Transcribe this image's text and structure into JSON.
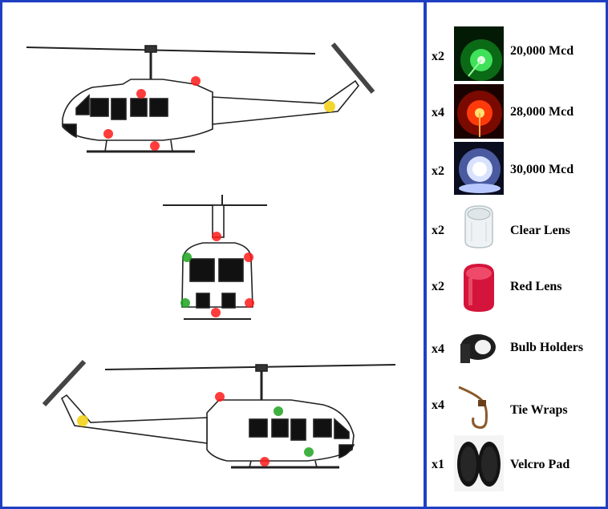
{
  "items": [
    {
      "qty": "x2",
      "label": "20,000 Mcd",
      "icon": "green-led-icon",
      "color": "#19d13a"
    },
    {
      "qty": "x4",
      "label": "28,000 Mcd",
      "icon": "red-led-icon",
      "color": "#ff2a10"
    },
    {
      "qty": "x2",
      "label": "30,000 Mcd",
      "icon": "white-led-icon",
      "color": "#ffffff"
    },
    {
      "qty": "x2",
      "label": "Clear Lens",
      "icon": "clear-lens-icon",
      "color": "#e6ecef"
    },
    {
      "qty": "x2",
      "label": "Red Lens",
      "icon": "red-lens-icon",
      "color": "#d4143a"
    },
    {
      "qty": "x4",
      "label": "Bulb Holders",
      "icon": "bulb-holder-icon",
      "color": "#222222"
    },
    {
      "qty": "x4",
      "label": "Tie Wraps",
      "icon": "tie-wrap-icon",
      "color": "#8a5a2a"
    },
    {
      "qty": "x1",
      "label": "Velcro Pad",
      "icon": "velcro-pad-icon",
      "color": "#111111"
    }
  ],
  "colors": {
    "border": "#1f3fc2",
    "red_light": "#ff1a1a",
    "green_light": "#1fa31f",
    "yellow_light": "#f2d21a"
  }
}
